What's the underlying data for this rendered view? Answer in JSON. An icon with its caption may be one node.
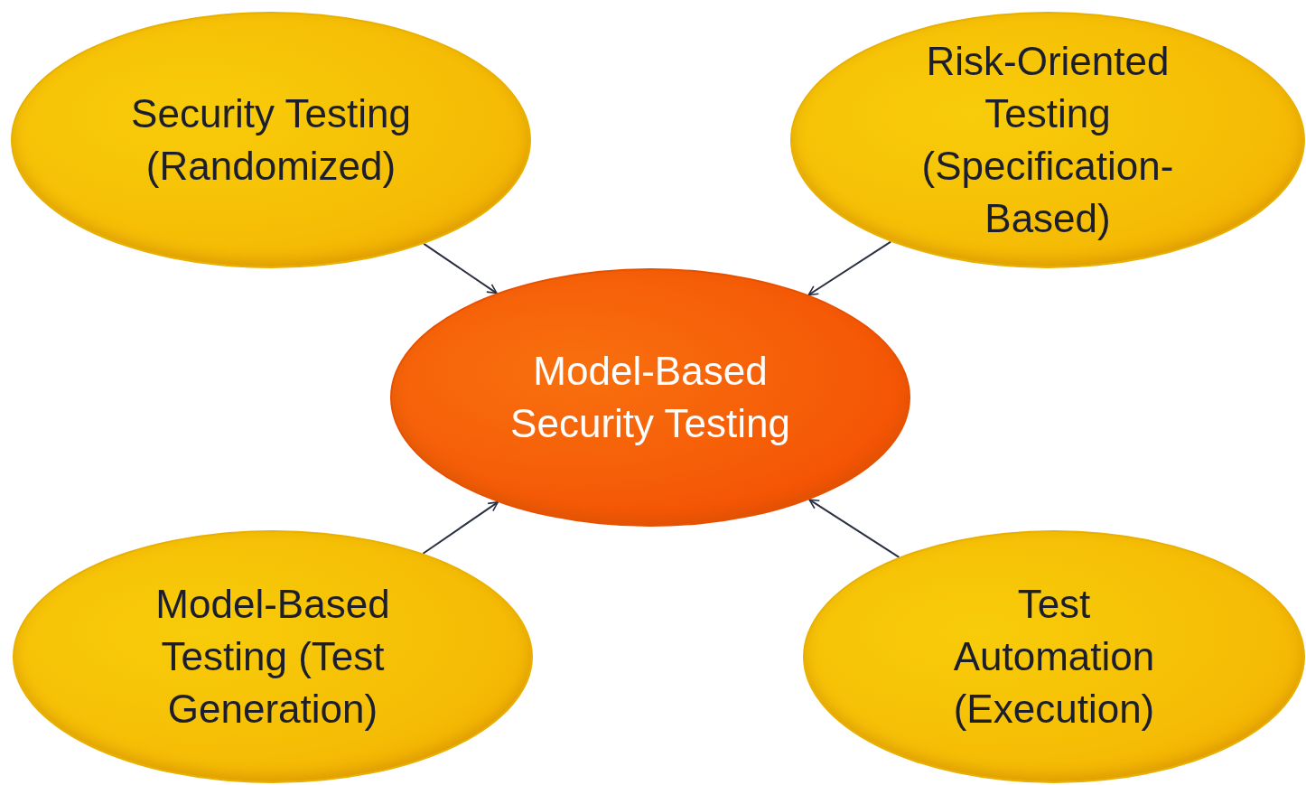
{
  "diagram": {
    "nodes": [
      {
        "text": [
          "Security Testing (Randomized)"
        ]
      },
      {
        "text": [
          "Risk-Oriented Testing (Specification-Based)"
        ]
      },
      {
        "text": [
          "Model-Based Security Testing"
        ]
      },
      {
        "text": [
          "Model-Based Testing (Test Generation)"
        ]
      },
      {
        "text": [
          "Test Automation (Execution)"
        ]
      }
    ],
    "edges": [
      {
        "from": 0,
        "to": 2,
        "arrow": "to"
      },
      {
        "from": 1,
        "to": 2,
        "arrow": "to"
      },
      {
        "from": 3,
        "to": 2,
        "arrow": "to"
      },
      {
        "from": 4,
        "to": 2,
        "arrow": "to"
      }
    ]
  }
}
